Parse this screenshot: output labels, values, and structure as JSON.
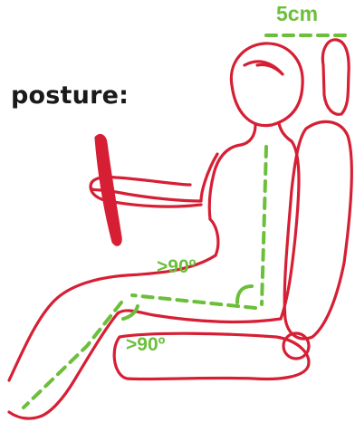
{
  "heading": "posture:",
  "labels": {
    "headrest_gap": "5cm",
    "hip_angle": ">90º",
    "knee_angle": ">90º"
  },
  "colors": {
    "outline": "#d61f34",
    "guides": "#6bbf3a",
    "text": "#1a1a1a"
  }
}
